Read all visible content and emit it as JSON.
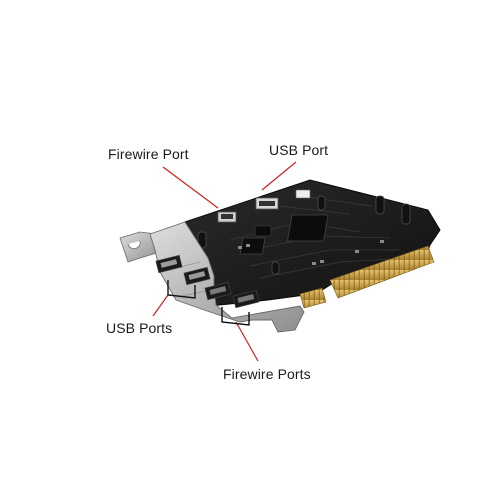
{
  "labels": {
    "firewire_port": "Firewire Port",
    "usb_port": "USB Port",
    "usb_ports": "USB Ports",
    "firewire_ports": "Firewire Ports"
  },
  "colors": {
    "background": "#ffffff",
    "callout_line": "#d02020",
    "bracket_line": "#111111",
    "pcb": "#1c1c1c",
    "bracket_metal": "#b4b4b4",
    "gold_contacts": "#c9a24a"
  }
}
